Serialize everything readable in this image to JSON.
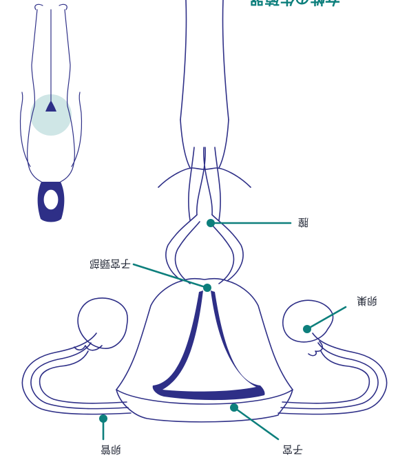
{
  "title": "女性の生殖器",
  "labels": {
    "vagina": "膣",
    "cervix": "子宮頸部",
    "ovary": "卵巣",
    "oviduct": "卵管",
    "uterus": "子宮"
  },
  "colors": {
    "line": "#2e2f87",
    "accent": "#0d7f7c",
    "highlight": "#cfe6e6",
    "body_fill": "#2e2f87"
  },
  "orientation": "upside-down"
}
